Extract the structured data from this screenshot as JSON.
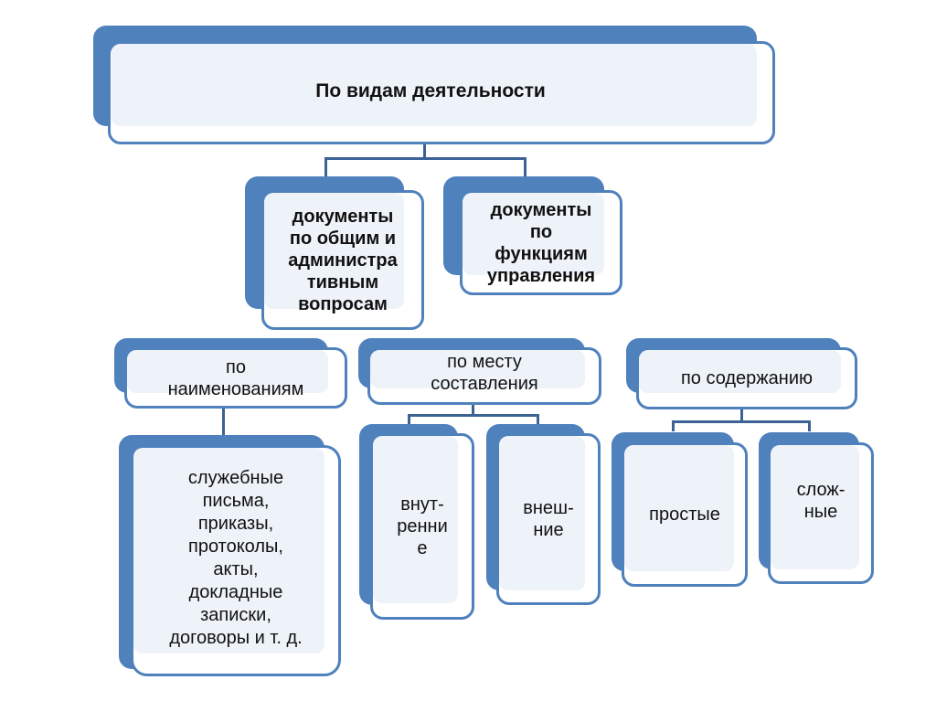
{
  "diagram": {
    "title": "По видам деятельности",
    "level1": [
      {
        "id": "general-admin",
        "text": "документы\nпо общим и\nадминистра\nтивным\nвопросам"
      },
      {
        "id": "management-functions",
        "text": "документы\nпо\nфункциям\nуправления"
      }
    ],
    "level2": [
      {
        "id": "by-names",
        "text": "по\nнаименованиям"
      },
      {
        "id": "by-place",
        "text": "по месту\nсоставления"
      },
      {
        "id": "by-content",
        "text": "по содержанию"
      }
    ],
    "level3": {
      "by-names": [
        {
          "id": "examples",
          "text": "служебные\nписьма,\nприказы,\nпротоколы,\nакты,\nдокладные\nзаписки,\nдоговоры и т. д."
        }
      ],
      "by-place": [
        {
          "id": "internal",
          "text": "внут-\nренни\nе"
        },
        {
          "id": "external",
          "text": "внеш-\nние"
        }
      ],
      "by-content": [
        {
          "id": "simple",
          "text": "простые"
        },
        {
          "id": "complex",
          "text": "слож-\nные"
        }
      ]
    },
    "colors": {
      "accent": "#4f81bd",
      "connector": "#3c6296",
      "fill": "#eef2f9"
    }
  }
}
